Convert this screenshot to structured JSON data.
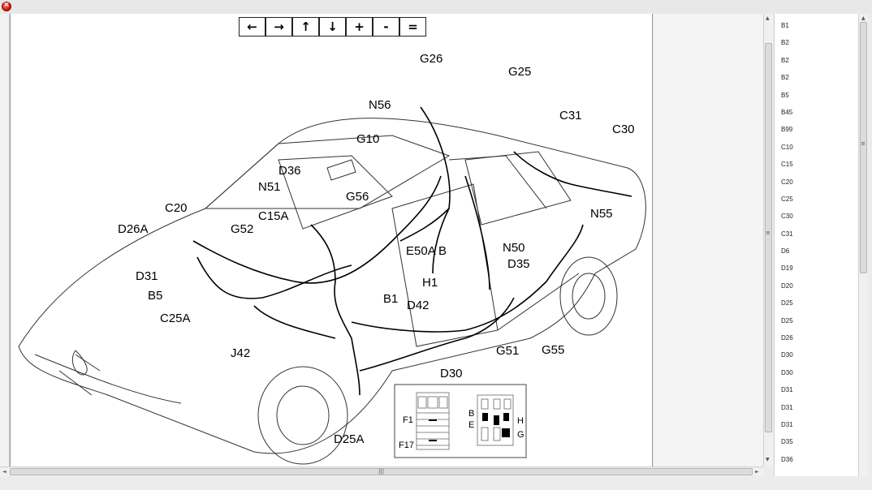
{
  "window": {
    "close_glyph": "×"
  },
  "toolbar": {
    "buttons": [
      {
        "name": "pan-left-button",
        "glyph": "←"
      },
      {
        "name": "pan-right-button",
        "glyph": "→"
      },
      {
        "name": "pan-up-button",
        "glyph": "↑"
      },
      {
        "name": "pan-down-button",
        "glyph": "↓"
      },
      {
        "name": "zoom-in-button",
        "glyph": "+"
      },
      {
        "name": "zoom-out-button",
        "glyph": "-"
      },
      {
        "name": "zoom-reset-button",
        "glyph": "="
      }
    ]
  },
  "diagram": {
    "labels": {
      "G26": "G26",
      "G25": "G25",
      "N56": "N56",
      "C31": "C31",
      "C30": "C30",
      "G10": "G10",
      "D36": "D36",
      "N51": "N51",
      "G56": "G56",
      "C20": "C20",
      "C15A": "C15A",
      "D26A": "D26A",
      "G52": "G52",
      "N55": "N55",
      "E50AB": "E50A B",
      "N50": "N50",
      "D35": "D35",
      "D31": "D31",
      "H1": "H1",
      "B5": "B5",
      "B1": "B1",
      "D42": "D42",
      "C25A": "C25A",
      "J42": "J42",
      "G51": "G51",
      "G55": "G55",
      "D30": "D30",
      "D25A": "D25A"
    },
    "inset": {
      "F1": "F1",
      "F17": "F17",
      "B": "B",
      "E": "E",
      "H": "H",
      "G": "G"
    }
  },
  "side_list": {
    "items": [
      "B1",
      "B2",
      "B2",
      "B2",
      "B5",
      "B45",
      "B99",
      "C10",
      "C15",
      "C20",
      "C25",
      "C30",
      "C31",
      "D6",
      "D19",
      "D20",
      "D25",
      "D25",
      "D26",
      "D30",
      "D30",
      "D31",
      "D31",
      "D31",
      "D35",
      "D36"
    ]
  },
  "scrollbars": {
    "main_grip": "≡",
    "hscroll_grip": "|||",
    "list_grip": "≡"
  }
}
